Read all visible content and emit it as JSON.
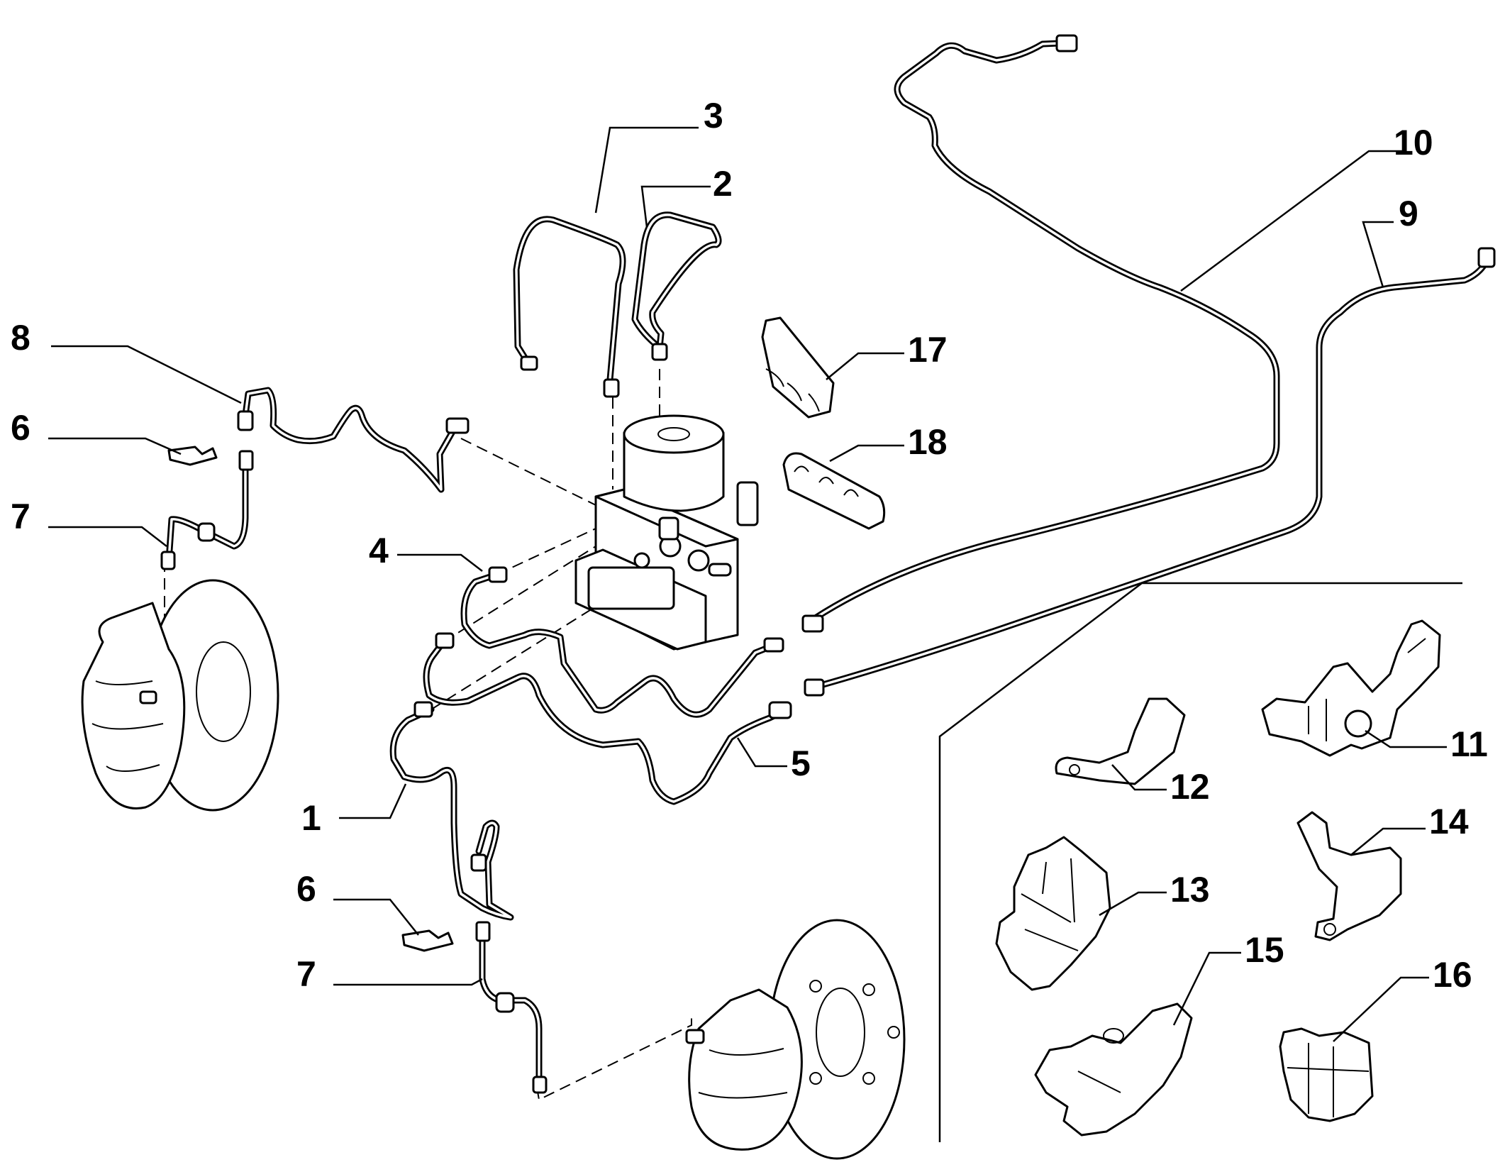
{
  "callouts": [
    {
      "id": "c1",
      "label": "1"
    },
    {
      "id": "c2",
      "label": "2"
    },
    {
      "id": "c3",
      "label": "3"
    },
    {
      "id": "c4",
      "label": "4"
    },
    {
      "id": "c5",
      "label": "5"
    },
    {
      "id": "c6a",
      "label": "6"
    },
    {
      "id": "c6b",
      "label": "6"
    },
    {
      "id": "c7a",
      "label": "7"
    },
    {
      "id": "c7b",
      "label": "7"
    },
    {
      "id": "c8",
      "label": "8"
    },
    {
      "id": "c9",
      "label": "9"
    },
    {
      "id": "c10",
      "label": "10"
    },
    {
      "id": "c11",
      "label": "11"
    },
    {
      "id": "c12",
      "label": "12"
    },
    {
      "id": "c13",
      "label": "13"
    },
    {
      "id": "c14",
      "label": "14"
    },
    {
      "id": "c15",
      "label": "15"
    },
    {
      "id": "c16",
      "label": "16"
    },
    {
      "id": "c17",
      "label": "17"
    },
    {
      "id": "c18",
      "label": "18"
    }
  ]
}
